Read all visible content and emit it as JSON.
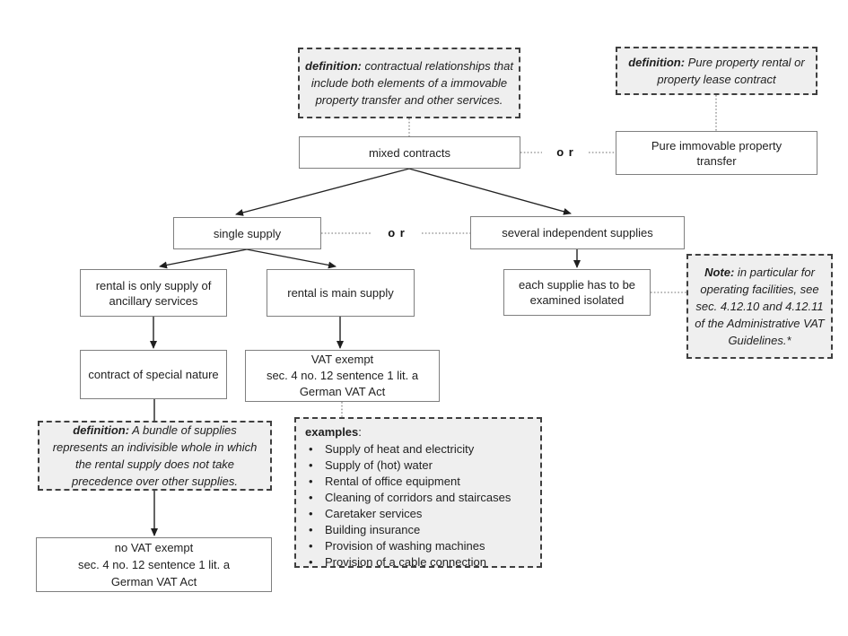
{
  "diagram": {
    "or_label": "o r",
    "callouts": {
      "def_mixed": {
        "lead": "definition:",
        "body": " contractual relationships that include both elements of  a immovable property transfer and other services."
      },
      "def_pure": {
        "lead": "definition:",
        "body": " Pure property rental or property lease contract"
      },
      "note_operating": {
        "lead": "Note:",
        "body": " in particular for operating facilities, see sec. 4.12.10 and 4.12.11 of the Administrative VAT Guidelines.*"
      },
      "def_bundle": {
        "lead": "definition:",
        "body": " A bundle of supplies represents an indivisible whole in which the rental  supply does not  take precedence over other supplies."
      }
    },
    "nodes": {
      "mixed_contracts": {
        "text": "mixed contracts"
      },
      "pure_transfer": {
        "lines": [
          "Pure immovable property",
          "transfer"
        ]
      },
      "single_supply": {
        "text": "single supply"
      },
      "several_supplies": {
        "text": "several independent supplies"
      },
      "rental_ancillary": {
        "text": "rental is only supply of ancillary services"
      },
      "rental_main": {
        "text": "rental is main supply"
      },
      "each_supplie": {
        "text": "each supplie has to be examined isolated"
      },
      "contract_special": {
        "text": "contract of special nature"
      },
      "vat_exempt": {
        "lines": [
          "VAT  exempt",
          "sec. 4 no. 12 sentence 1 lit. a",
          "German VAT Act"
        ]
      },
      "no_vat_exempt": {
        "lines": [
          "no VAT  exempt",
          "sec. 4 no. 12 sentence 1 lit. a",
          "German VAT Act"
        ]
      }
    },
    "examples": {
      "label": "examples",
      "colon": ":",
      "items": [
        "Supply of heat and electricity",
        "Supply of (hot) water",
        "Rental of office equipment",
        "Cleaning of corridors and staircases",
        "Caretaker services",
        "Building insurance",
        "Provision of washing machines",
        "Provision of a cable connection"
      ]
    }
  }
}
